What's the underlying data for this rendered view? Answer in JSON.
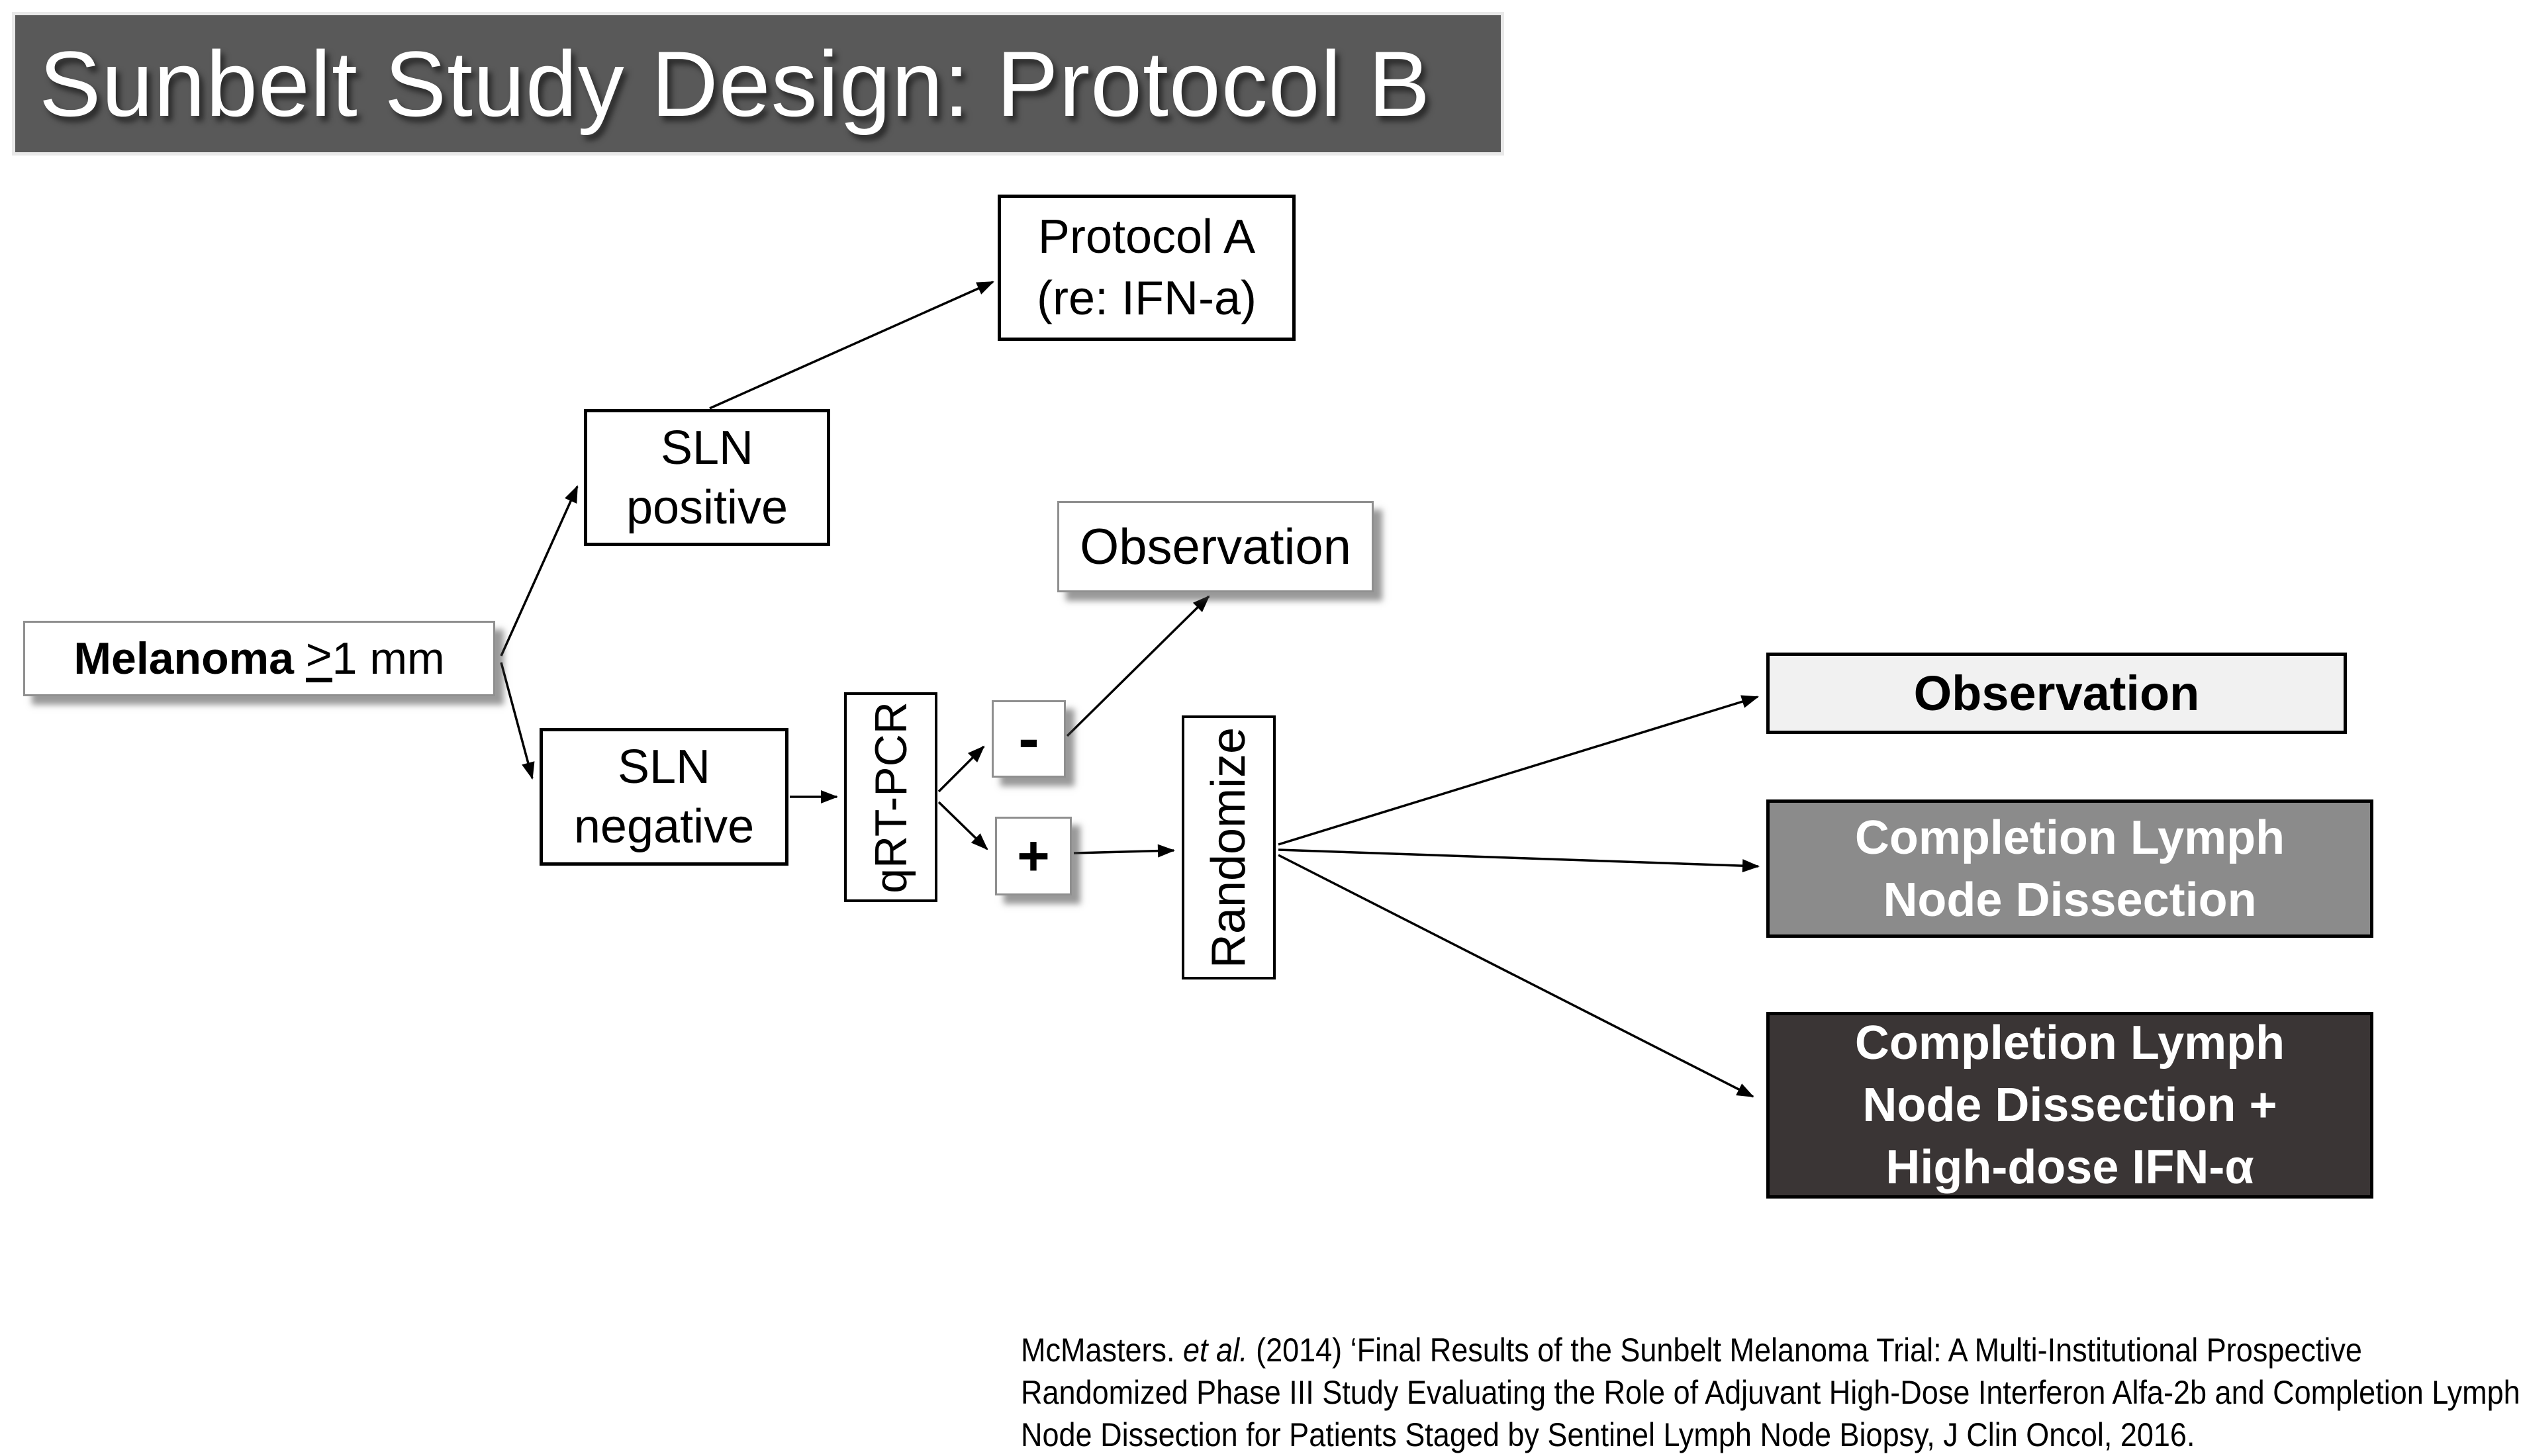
{
  "title": {
    "text": "Sunbelt Study Design: Protocol B"
  },
  "nodes": {
    "melanoma": {
      "bold": "Melanoma",
      "symbol": ">",
      "rest": "1 mm"
    },
    "sln_positive": {
      "line1": "SLN",
      "line2": "positive"
    },
    "protocol_a": {
      "line1": "Protocol A",
      "line2": "(re: IFN-a)"
    },
    "observation_branch": {
      "label": "Observation"
    },
    "sln_negative": {
      "line1": "SLN",
      "line2": "negative"
    },
    "qrt_pcr": {
      "label": "qRT-PCR"
    },
    "pcr_negative": {
      "label": "-"
    },
    "pcr_positive": {
      "label": "+"
    },
    "randomize": {
      "label": "Randomize"
    },
    "arm_observation": {
      "label": "Observation"
    },
    "arm_clnd": {
      "line1": "Completion Lymph",
      "line2": "Node Dissection"
    },
    "arm_clnd_ifn": {
      "line1": "Completion Lymph",
      "line2": "Node Dissection +",
      "line3": "High-dose IFN-α"
    }
  },
  "citation": {
    "line1_pre": "McMasters. ",
    "line1_italic": "et al.",
    "line1_rest": " (2014) ‘Final Results of the Sunbelt Melanoma Trial: A Multi-Institutional Prospective",
    "line2": "Randomized Phase III Study Evaluating the Role of Adjuvant High-Dose Interferon Alfa-2b and Completion Lymph",
    "line3": "Node Dissection for Patients Staged by Sentinel Lymph Node Biopsy, J Clin Oncol, 2016."
  },
  "colors": {
    "title_bar_bg": "#595959",
    "arm_observation_bg": "#f1f1f1",
    "arm_clnd_bg": "#8b8b8b",
    "arm_clnd_ifn_bg": "#3a3535",
    "node_border": "#000000",
    "soft_border": "#8f8f8f"
  }
}
